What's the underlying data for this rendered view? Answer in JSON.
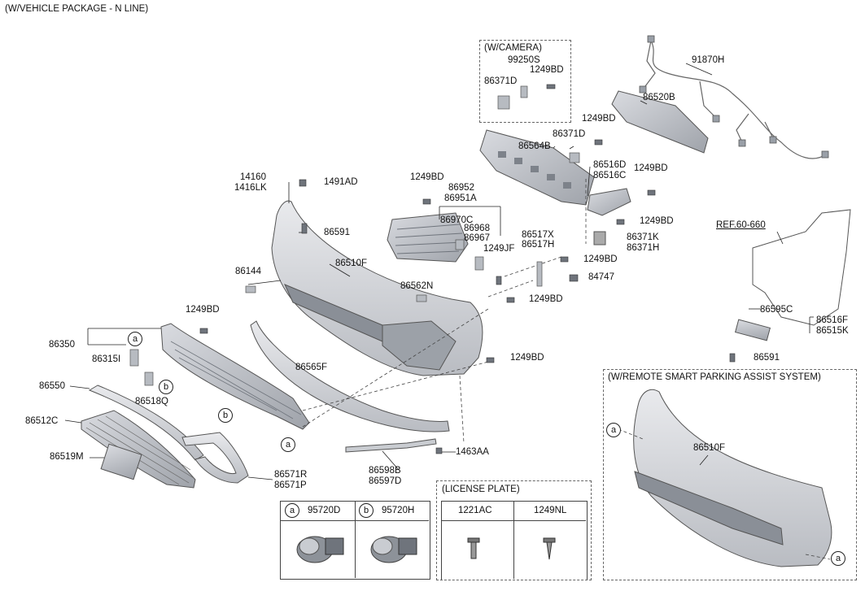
{
  "header": {
    "package_note": "(W/VEHICLE PACKAGE - N LINE)"
  },
  "camera_box": {
    "title": "(W/CAMERA)",
    "parts": [
      "99250S",
      "1249BD",
      "86371D"
    ]
  },
  "remote_box": {
    "title": "(W/REMOTE SMART PARKING ASSIST SYSTEM)",
    "part": "86510F",
    "marker": "a"
  },
  "license_box": {
    "title": "(LICENSE PLATE)",
    "col1": "1221AC",
    "col2": "1249NL"
  },
  "sensor_table": {
    "a_marker": "a",
    "a_part": "95720D",
    "b_marker": "b",
    "b_part": "95720H"
  },
  "parts": {
    "p91870H": "91870H",
    "p86520B": "86520B",
    "p1249BD_1": "1249BD",
    "p86371D_2": "86371D",
    "p86564B": "86564B",
    "p86516D": "86516D",
    "p86516C": "86516C",
    "p1249BD_2": "1249BD",
    "p1249BD_3": "1249BD",
    "p86371K": "86371K",
    "p86371H": "86371H",
    "p14160": "14160",
    "p1416LK": "1416LK",
    "p1491AD": "1491AD",
    "p86591_1": "86591",
    "p1249BD_4": "1249BD",
    "p86952": "86952",
    "p86951A": "86951A",
    "p86970C": "86970C",
    "p86968": "86968",
    "p86967": "86967",
    "p1249JF": "1249JF",
    "p86517X": "86517X",
    "p86517H": "86517H",
    "p1249BD_5": "1249BD",
    "p84747": "84747",
    "p86144": "86144",
    "p86510F": "86510F",
    "p86562N": "86562N",
    "p1249BD_6": "1249BD",
    "pREF": "REF.60-660",
    "p86595C": "86595C",
    "p86516F": "86516F",
    "p86515K": "86515K",
    "p86591_2": "86591",
    "p1249BD_7": "1249BD",
    "p86350": "86350",
    "p86315I": "86315I",
    "p1249BD_8": "1249BD",
    "p86565F": "86565F",
    "p86550": "86550",
    "p86518Q": "86518Q",
    "p86512C": "86512C",
    "p86519M": "86519M",
    "p86571R": "86571R",
    "p86571P": "86571P",
    "p86598B": "86598B",
    "p86597D": "86597D",
    "p1463AA": "1463AA"
  },
  "markers": {
    "a": "a",
    "b": "b"
  }
}
